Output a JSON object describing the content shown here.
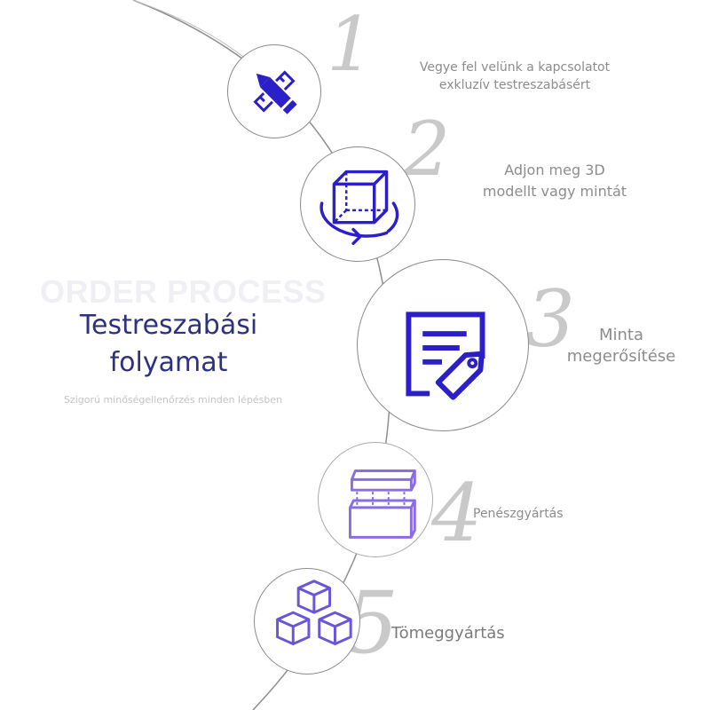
{
  "header": {
    "background_word": "ORDER PROCESS",
    "title_line1": "Testreszabási",
    "title_line2": "folyamat",
    "subtitle": "Szigorú minőségellenőrzés minden lépésben"
  },
  "steps": [
    {
      "number": "1",
      "icon": "pencil-ruler-icon",
      "line1": "Vegye fel velünk a kapcsolatot",
      "line2": "exkluzív testreszabásért"
    },
    {
      "number": "2",
      "icon": "3d-cube-rotate-icon",
      "line1": "Adjon meg 3D",
      "line2": "modellt vagy mintát"
    },
    {
      "number": "3",
      "icon": "document-tag-icon",
      "line1": "Minta",
      "line2": "megerősítése"
    },
    {
      "number": "4",
      "icon": "mold-box-icon",
      "line1": "Penészgyártás"
    },
    {
      "number": "5",
      "icon": "stacked-cubes-icon",
      "line1": "Tömeggyártás"
    }
  ],
  "colors": {
    "accent": "#2a1fc9",
    "icon_light": "#8a6de0",
    "icon_mid": "#6a55d8",
    "title": "#2d3280",
    "text": "#8c8c8c",
    "numeral": "#c9c9c9"
  }
}
